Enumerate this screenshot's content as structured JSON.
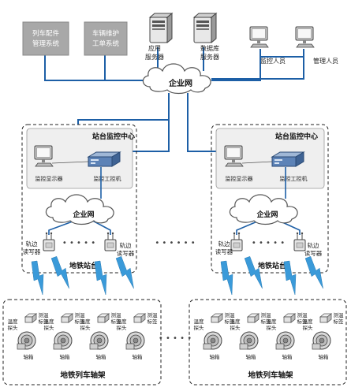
{
  "top": {
    "system_parts": "列车配件管理系统",
    "system_parts_lines": [
      "列车配件",
      "管理系统"
    ],
    "system_workorder": "车辆维护工单系统",
    "system_workorder_lines": [
      "车辆维护",
      "工单系统"
    ],
    "app_server": "应用服务器",
    "app_server_lines": [
      "应用",
      "服务器"
    ],
    "db_server": "数据库服务器",
    "db_server_lines": [
      "数据库",
      "服务器"
    ],
    "monitor_staff": "监控人员",
    "manager_staff": "管理人员",
    "cloud_label": "企业网"
  },
  "station_left": {
    "center_title": "站台监控中心",
    "monitor_display": "监控显示器",
    "monitor_pc": "监控工控机",
    "cloud_label": "企业网",
    "reader_label": "轨边读写器",
    "reader_lines": [
      "轨边",
      "读写器"
    ],
    "station_title": "地铁站台"
  },
  "station_right": {
    "center_title": "站台监控中心",
    "monitor_display": "监控显示器",
    "monitor_pc": "监控工控机",
    "cloud_label": "企业网",
    "reader_label": "轨边读写器",
    "reader_lines": [
      "轨边",
      "读写器"
    ],
    "station_title": "地铁站台"
  },
  "axle_left": {
    "temp_probe": "温度探头",
    "temp_probe_lines": [
      "温度",
      "探头"
    ],
    "tag": "测温标签",
    "tag_lines": [
      "测温",
      "标签"
    ],
    "axle_box": "轴箱",
    "title": "地铁列车轴架"
  },
  "axle_right": {
    "temp_probe": "温度探头",
    "temp_probe_lines": [
      "温度",
      "探头"
    ],
    "tag": "测温标签",
    "tag_lines": [
      "测温",
      "标签"
    ],
    "axle_box": "轴箱",
    "title": "地铁列车轴架"
  },
  "colors": {
    "line_blue": "#1d5fa6",
    "signal_blue": "#3a9ad9",
    "system_box": "#a8a8a8",
    "dashed_border": "#222222"
  },
  "icons": [
    "server-icon",
    "computer-icon",
    "cloud-icon",
    "industrial-pc-icon",
    "rfid-reader-icon",
    "signal-bolt-icon",
    "axle-box-icon",
    "temperature-tag-icon"
  ]
}
